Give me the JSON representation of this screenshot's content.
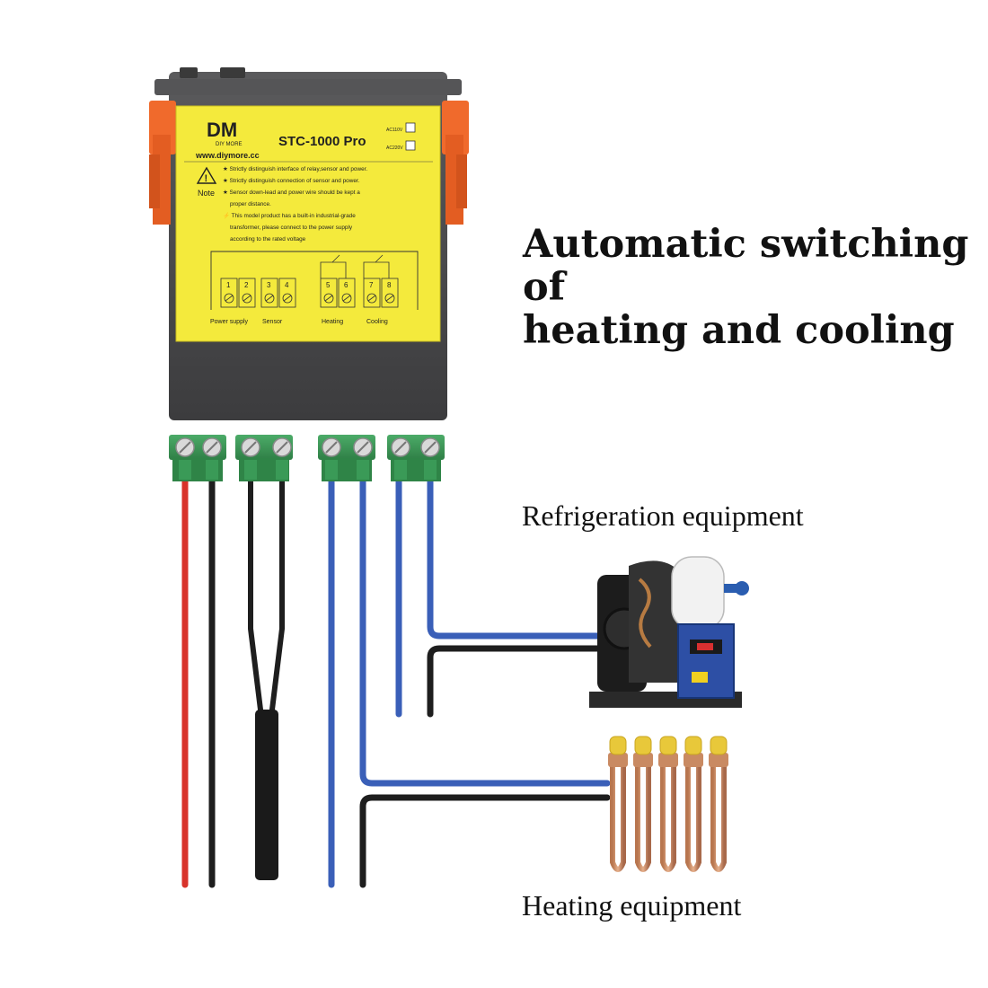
{
  "headline": {
    "line1": "Automatic switching of",
    "line2": "heating and cooling"
  },
  "device": {
    "brand_logo": "DM",
    "brand_sub": "DIY MORE",
    "website": "www.diymore.cc",
    "model": "STC-1000 Pro",
    "voltage_1": "AC110V",
    "voltage_2": "AC220V",
    "note_label": "Note",
    "notes": [
      "★ Strictly distinguish interface of relay,sensor and power.",
      "★ Strictly distinguish connection of sensor and power.",
      "★ Sensor down-lead and power wire should be kept a",
      "proper distance.",
      "⚡ This model product has a built-in industrial-grade",
      "transformer, please connect to the power supply",
      "according to the rated voltage"
    ],
    "terminals": [
      "1",
      "2",
      "3",
      "4",
      "5",
      "6",
      "7",
      "8"
    ],
    "group_labels": {
      "power": "Power supply",
      "sensor": "Sensor",
      "heating": "Heating",
      "cooling": "Cooling"
    }
  },
  "captions": {
    "refrigeration": "Refrigeration equipment",
    "heating": "Heating equipment"
  },
  "colors": {
    "panel_yellow": "#f4ea3c",
    "housing_gray": "#4a4a4c",
    "clip_orange": "#f06a2c",
    "terminal_green": "#3e9a5a",
    "wire_red": "#d8332b",
    "wire_black": "#1e1e1e",
    "wire_blue": "#3a5fb8",
    "heater_copper": "#c98a62",
    "heater_cap_yellow": "#e8c83a"
  },
  "icons": [
    "warning-triangle-icon",
    "relay-switch-icon",
    "screw-terminal-icon"
  ]
}
